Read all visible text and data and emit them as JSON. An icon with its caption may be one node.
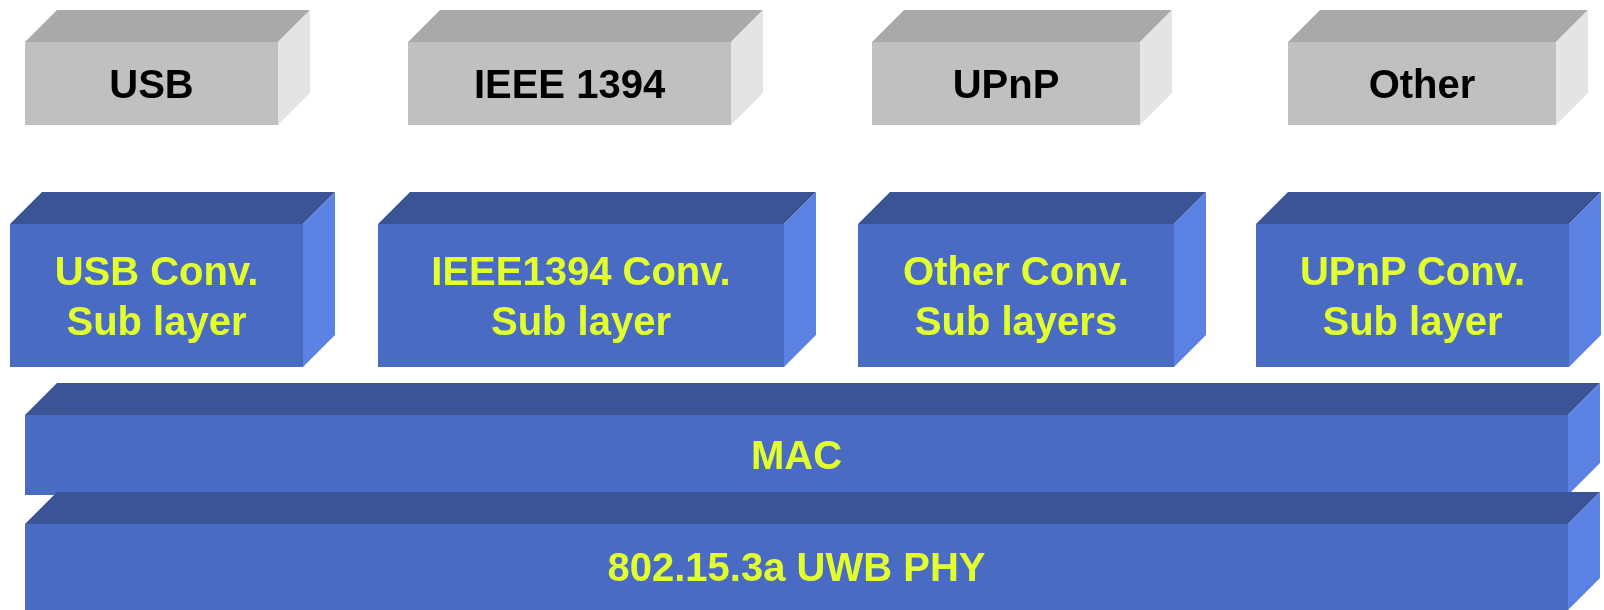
{
  "diagram": {
    "nodes": [
      {
        "text": [
          "USB"
        ]
      },
      {
        "text": [
          "IEEE 1394"
        ]
      },
      {
        "text": [
          "UPnP"
        ]
      },
      {
        "text": [
          "Other"
        ]
      },
      {
        "text": [
          "USB Conv. Sub layer"
        ]
      },
      {
        "text": [
          "IEEE1394 Conv. Sub layer"
        ]
      },
      {
        "text": [
          "Other Conv. Sub layers"
        ]
      },
      {
        "text": [
          "UPnP Conv. Sub layer"
        ]
      },
      {
        "text": [
          "MAC"
        ]
      },
      {
        "text": [
          "802.15.3a UWB PHY"
        ]
      }
    ]
  }
}
